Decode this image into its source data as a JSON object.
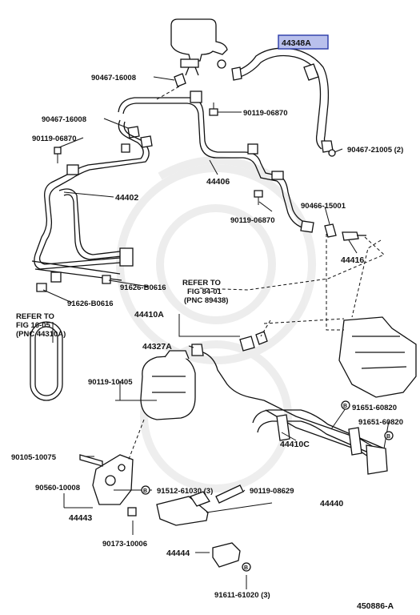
{
  "diagram_id": "450886-A",
  "highlighted_part": "44348A",
  "parts": {
    "p44348A": "44348A",
    "p90467_a": "90467-16008",
    "p90467_b": "90467-16008",
    "p90467_c": "90467-21005 (2)",
    "p90119_a": "90119-06870",
    "p90119_b": "90119-06870",
    "p90119_c": "90119-06870",
    "p44406": "44406",
    "p44402": "44402",
    "p90466": "90466-15001",
    "p44416": "44416",
    "p91626_a": "91626-B0616",
    "p91626_b": "91626-B0616",
    "p44410A": "44410A",
    "p44327A": "44327A",
    "p90119_10405": "90119-10405",
    "p91651_a": "91651-60820",
    "p91651_b": "91651-60820",
    "p44410C": "44410C",
    "p90105": "90105-10075",
    "p91512": "91512-61030 (3)",
    "p90560": "90560-10008",
    "p44443": "44443",
    "p90119_08629": "90119-08629",
    "p44440": "44440",
    "p90173": "90173-10006",
    "p44444": "44444",
    "p91611": "91611-61020 (3)"
  },
  "refer_notes": {
    "ref1_l1": "REFER TO",
    "ref1_l2": "FIG 84-01",
    "ref1_l3": "(PNC 89438)",
    "ref2_l1": "REFER TO",
    "ref2_l2": "FIG 16-05",
    "ref2_l3": "(PNC 44310A)"
  },
  "bullet_mark": "B",
  "colors": {
    "highlight_fill": "#b9c0ec",
    "highlight_stroke": "#2a3aa8",
    "ink": "#111111"
  }
}
